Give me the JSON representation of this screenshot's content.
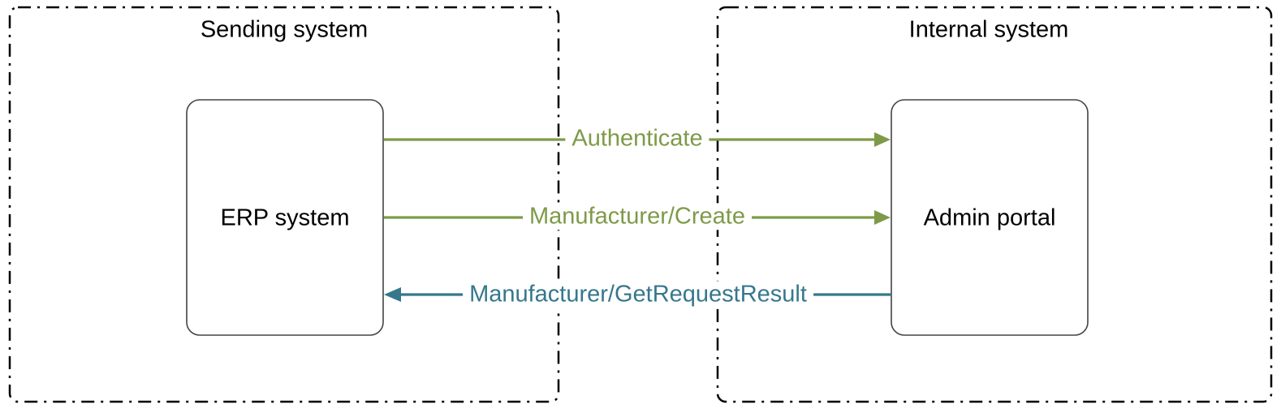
{
  "groups": {
    "sending": {
      "title": "Sending system"
    },
    "internal": {
      "title": "Internal system"
    }
  },
  "nodes": {
    "erp": {
      "label": "ERP system"
    },
    "admin": {
      "label": "Admin portal"
    }
  },
  "arrows": {
    "authenticate": {
      "label": "Authenticate",
      "from": "ERP system",
      "to": "Admin portal",
      "direction": "right",
      "color": "#7e9a49"
    },
    "create": {
      "label": "Manufacturer/Create",
      "from": "ERP system",
      "to": "Admin portal",
      "direction": "right",
      "color": "#7e9a49"
    },
    "get_request_result": {
      "label": "Manufacturer/GetRequestResult",
      "from": "Admin portal",
      "to": "ERP system",
      "direction": "left",
      "color": "#36778c"
    }
  },
  "style": {
    "group_border_color": "#000000",
    "node_border_color": "#444444",
    "background": "#ffffff"
  }
}
